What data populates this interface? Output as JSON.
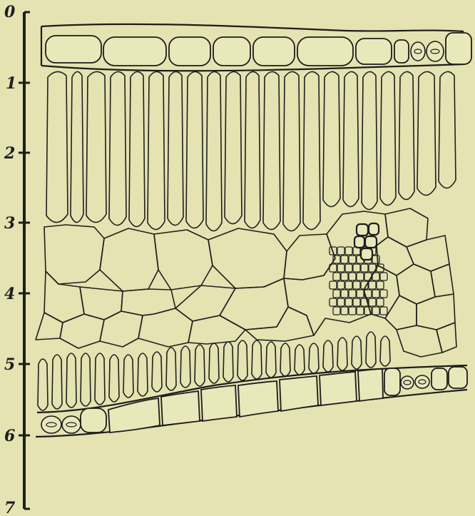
{
  "figure": {
    "scale": {
      "labels": [
        "0",
        "1",
        "2",
        "3",
        "4",
        "5",
        "6",
        "7"
      ]
    },
    "structures": [
      "upper-epidermis",
      "palisade-mesophyll",
      "spongy-mesophyll",
      "vascular-bundle",
      "lower-palisade",
      "lower-epidermis",
      "stomata"
    ]
  }
}
